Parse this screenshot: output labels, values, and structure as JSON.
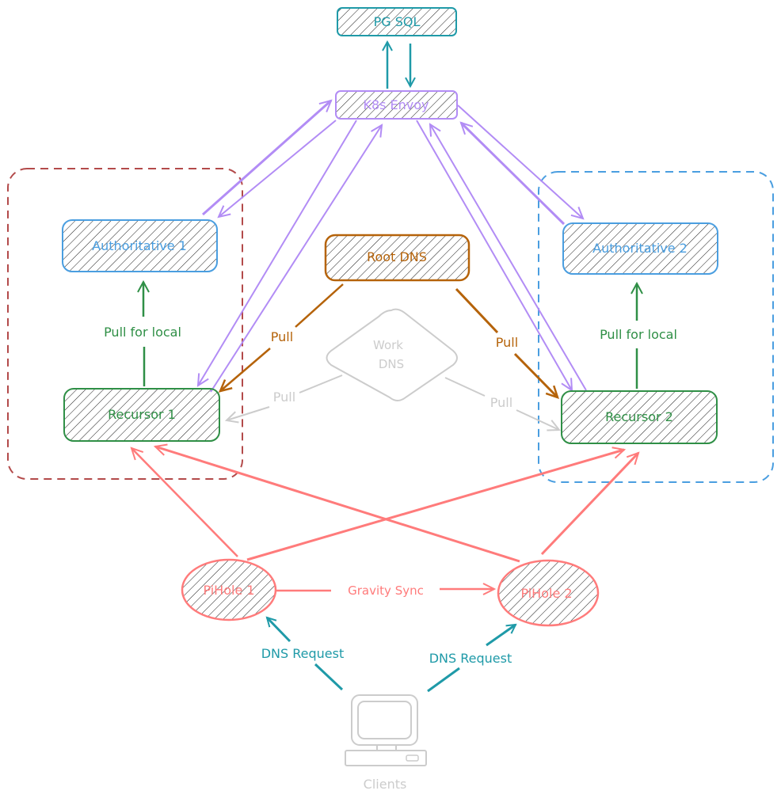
{
  "colors": {
    "teal": "#1f9aa8",
    "purple": "#b28cf5",
    "blue": "#4a9ee0",
    "orange": "#b5630a",
    "green": "#2f8f46",
    "red": "#ff7b7b",
    "gray": "#cccccc",
    "darkred": "#b34a4a",
    "hatch": "#1e1e1e"
  },
  "nodes": {
    "pgsql": "PG SQL",
    "envoy": "K8s Envoy",
    "auth1": "Authoritative 1",
    "auth2": "Authoritative 2",
    "root": "Root DNS",
    "work_line1": "Work",
    "work_line2": "DNS",
    "rec1": "Recursor 1",
    "rec2": "Recursor 2",
    "pihole1": "PiHole 1",
    "pihole2": "PiHole 2",
    "clients": "Clients"
  },
  "edges": {
    "pull_local_1": "Pull for local",
    "pull_local_2": "Pull for local",
    "root_pull_1": "Pull",
    "root_pull_2": "Pull",
    "work_pull_1": "Pull",
    "work_pull_2": "Pull",
    "gravity_sync": "Gravity Sync",
    "dns_request_1": "DNS Request",
    "dns_request_2": "DNS Request"
  }
}
